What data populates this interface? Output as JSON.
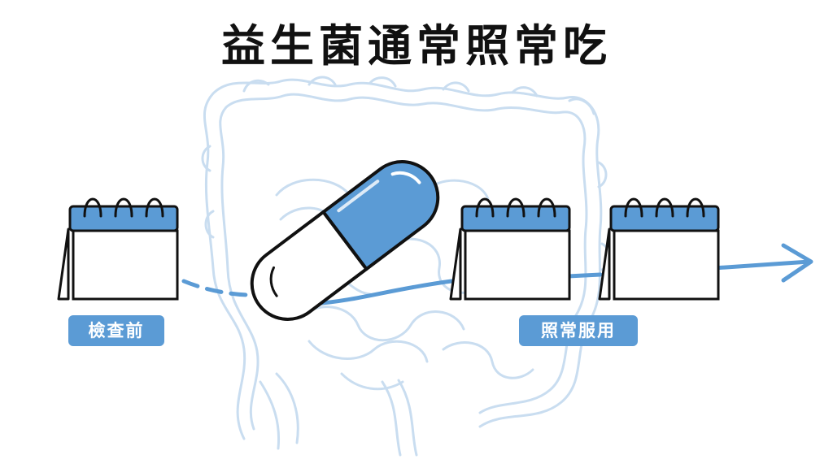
{
  "title": "益生菌通常照常吃",
  "labels": {
    "before_exam": "檢查前",
    "continue_taking": "照常服用"
  },
  "icons": {
    "background": "intestine-icon",
    "pill": "capsule-icon",
    "calendar": "calendar-icon",
    "flow": "arrow-right-icon"
  },
  "colors": {
    "accent": "#5b9bd5",
    "outline": "#111111",
    "intestine": "#c9ddf0",
    "background": "#ffffff"
  }
}
